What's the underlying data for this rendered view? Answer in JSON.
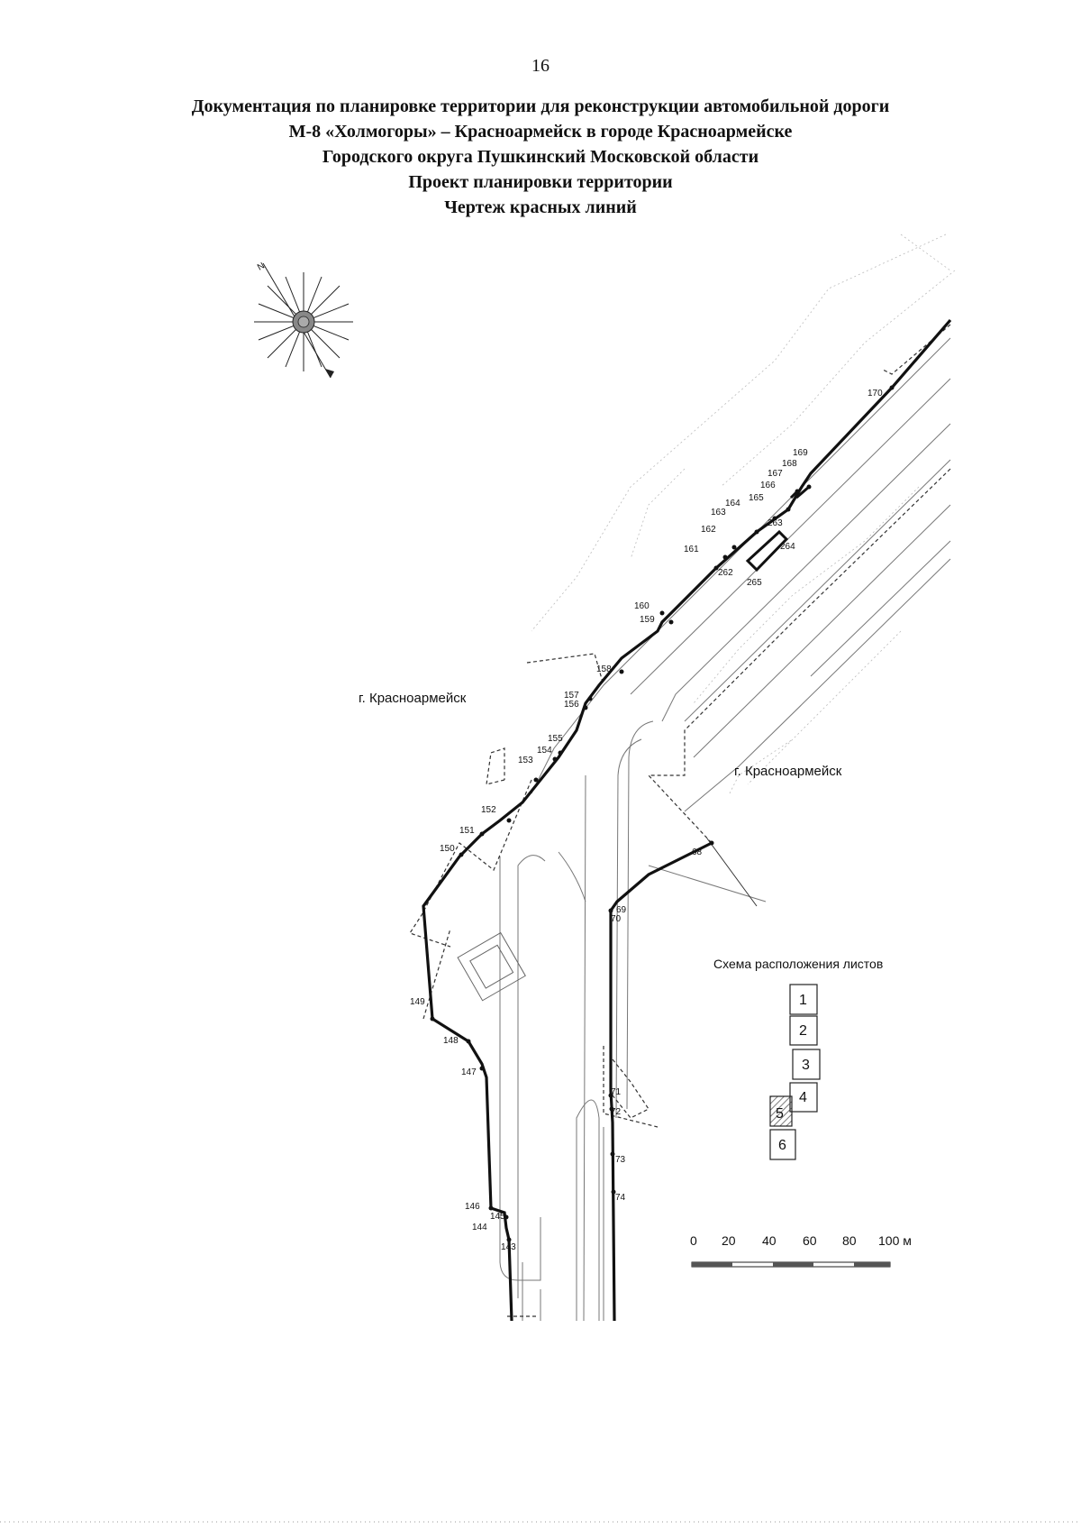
{
  "page_number": "16",
  "title_lines": [
    "Документация по планировке территории для реконструкции автомобильной дороги",
    "М-8 «Холмогоры» – Красноармейск в городе Красноармейске",
    "Городского округа Пушкинский Московской области",
    "Проект планировки территории",
    "Чертеж красных линий"
  ],
  "city_labels": [
    "г. Красноармейск",
    "г. Красноармейск"
  ],
  "north_arrow_icon": "compass-rose-icon",
  "north_label": "N",
  "sheet_scheme": {
    "title": "Схема расположения листов",
    "sheets": [
      "1",
      "2",
      "3",
      "4",
      "5",
      "6"
    ],
    "current_sheet": "5"
  },
  "scale_bar": {
    "ticks": [
      "0",
      "20",
      "40",
      "60",
      "80",
      "100 м"
    ]
  },
  "point_labels": {
    "west": [
      "170",
      "169",
      "168",
      "167",
      "166",
      "165",
      "164",
      "163",
      "162",
      "161",
      "160",
      "159",
      "158",
      "157",
      "156",
      "155",
      "154",
      "153",
      "152",
      "151",
      "150",
      "149",
      "148",
      "147",
      "146",
      "145",
      "144",
      "143"
    ],
    "inner": [
      "263",
      "264",
      "262",
      "265"
    ],
    "east": [
      "68",
      "69",
      "70",
      "71",
      "72",
      "73",
      "74"
    ]
  },
  "colors": {
    "red_line": "#111111",
    "aux_line": "#555555",
    "hatch": "#444444"
  }
}
